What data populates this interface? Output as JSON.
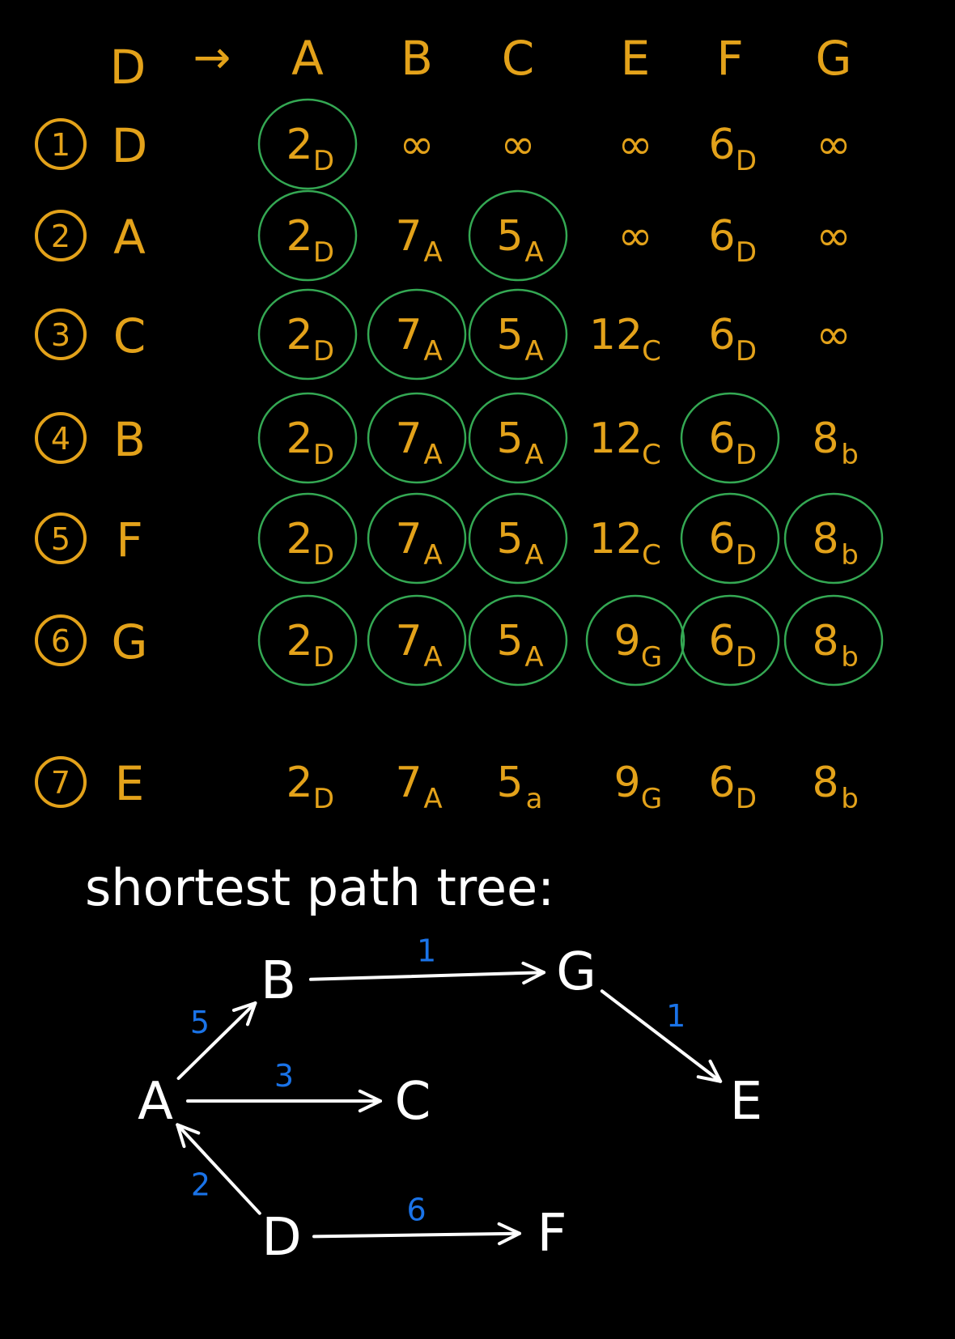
{
  "colors": {
    "background": "#000000",
    "table_ink": "#E3A21A",
    "circle_ink": "#34A853",
    "tree_ink": "#FFFFFF",
    "weight_ink": "#1A73E8"
  },
  "table": {
    "source": "D",
    "arrow": "→",
    "columns": [
      "A",
      "B",
      "C",
      "E",
      "F",
      "G"
    ],
    "rows": [
      {
        "step": "1",
        "vertex": "D",
        "cells": [
          {
            "v": "2",
            "s": "D",
            "circled": true
          },
          {
            "v": "∞",
            "s": "",
            "circled": false
          },
          {
            "v": "∞",
            "s": "",
            "circled": false
          },
          {
            "v": "∞",
            "s": "",
            "circled": false
          },
          {
            "v": "6",
            "s": "D",
            "circled": false
          },
          {
            "v": "∞",
            "s": "",
            "circled": false
          }
        ]
      },
      {
        "step": "2",
        "vertex": "A",
        "cells": [
          {
            "v": "2",
            "s": "D",
            "circled": true
          },
          {
            "v": "7",
            "s": "A",
            "circled": false
          },
          {
            "v": "5",
            "s": "A",
            "circled": true
          },
          {
            "v": "∞",
            "s": "",
            "circled": false
          },
          {
            "v": "6",
            "s": "D",
            "circled": false
          },
          {
            "v": "∞",
            "s": "",
            "circled": false
          }
        ]
      },
      {
        "step": "3",
        "vertex": "C",
        "cells": [
          {
            "v": "2",
            "s": "D",
            "circled": true
          },
          {
            "v": "7",
            "s": "A",
            "circled": true
          },
          {
            "v": "5",
            "s": "A",
            "circled": true
          },
          {
            "v": "12",
            "s": "C",
            "circled": false
          },
          {
            "v": "6",
            "s": "D",
            "circled": false
          },
          {
            "v": "∞",
            "s": "",
            "circled": false
          }
        ]
      },
      {
        "step": "4",
        "vertex": "B",
        "cells": [
          {
            "v": "2",
            "s": "D",
            "circled": true
          },
          {
            "v": "7",
            "s": "A",
            "circled": true
          },
          {
            "v": "5",
            "s": "A",
            "circled": true
          },
          {
            "v": "12",
            "s": "C",
            "circled": false
          },
          {
            "v": "6",
            "s": "D",
            "circled": true
          },
          {
            "v": "8",
            "s": "b",
            "circled": false
          }
        ]
      },
      {
        "step": "5",
        "vertex": "F",
        "cells": [
          {
            "v": "2",
            "s": "D",
            "circled": true
          },
          {
            "v": "7",
            "s": "A",
            "circled": true
          },
          {
            "v": "5",
            "s": "A",
            "circled": true
          },
          {
            "v": "12",
            "s": "C",
            "circled": false
          },
          {
            "v": "6",
            "s": "D",
            "circled": true
          },
          {
            "v": "8",
            "s": "b",
            "circled": true
          }
        ]
      },
      {
        "step": "6",
        "vertex": "G",
        "cells": [
          {
            "v": "2",
            "s": "D",
            "circled": true
          },
          {
            "v": "7",
            "s": "A",
            "circled": true
          },
          {
            "v": "5",
            "s": "A",
            "circled": true
          },
          {
            "v": "9",
            "s": "G",
            "circled": true
          },
          {
            "v": "6",
            "s": "D",
            "circled": true
          },
          {
            "v": "8",
            "s": "b",
            "circled": true
          }
        ]
      },
      {
        "step": "7",
        "vertex": "E",
        "cells": [
          {
            "v": "2",
            "s": "D",
            "circled": false
          },
          {
            "v": "7",
            "s": "A",
            "circled": false
          },
          {
            "v": "5",
            "s": "a",
            "circled": false
          },
          {
            "v": "9",
            "s": "G",
            "circled": false
          },
          {
            "v": "6",
            "s": "D",
            "circled": false
          },
          {
            "v": "8",
            "s": "b",
            "circled": false
          }
        ]
      }
    ]
  },
  "tree": {
    "heading": "shortest path tree:",
    "nodes": [
      "A",
      "B",
      "C",
      "D",
      "E",
      "F",
      "G"
    ],
    "edges": [
      {
        "from": "A",
        "to": "B",
        "weight": "5"
      },
      {
        "from": "A",
        "to": "C",
        "weight": "3"
      },
      {
        "from": "D",
        "to": "A",
        "weight": "2"
      },
      {
        "from": "D",
        "to": "F",
        "weight": "6"
      },
      {
        "from": "B",
        "to": "G",
        "weight": "1"
      },
      {
        "from": "G",
        "to": "E",
        "weight": "1"
      }
    ]
  }
}
